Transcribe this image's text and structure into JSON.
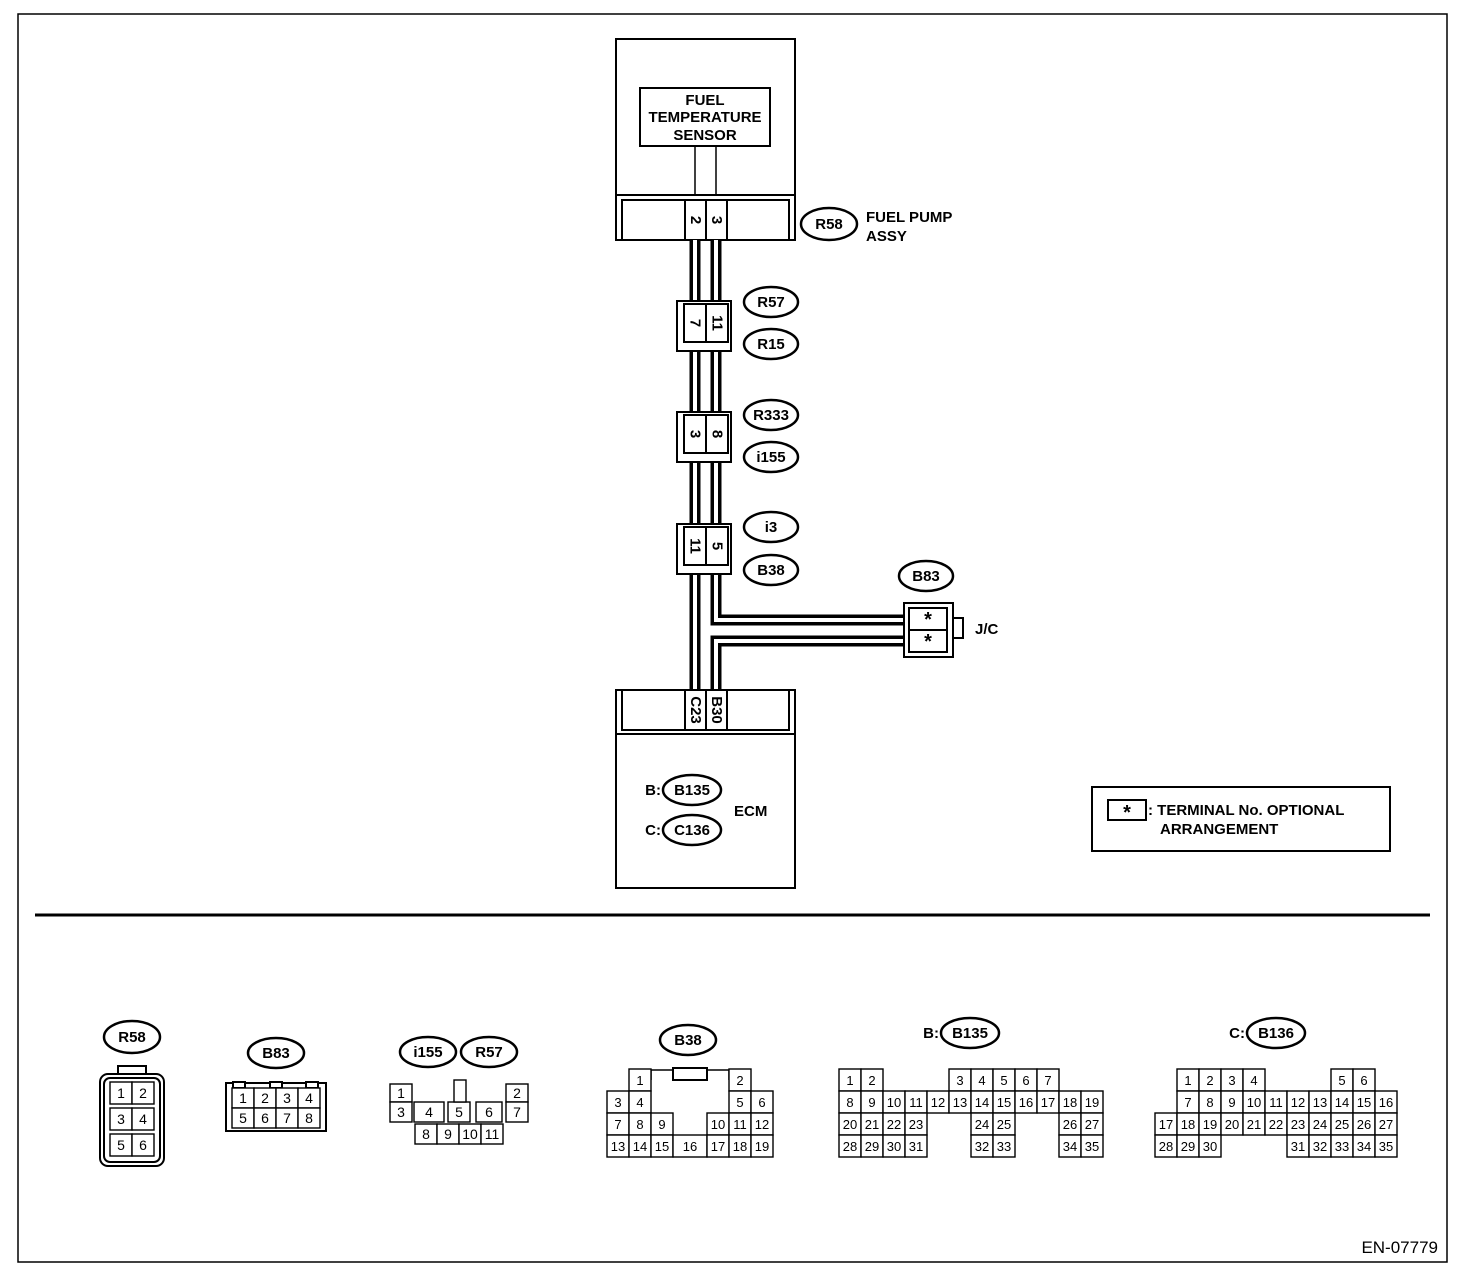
{
  "sensor": {
    "lines": [
      "FUEL",
      "TEMPERATURE",
      "SENSOR"
    ]
  },
  "fuel_pump": {
    "connector": "R58",
    "lines": [
      "FUEL PUMP",
      "ASSY"
    ],
    "pins": [
      "2",
      "3"
    ]
  },
  "junctions": [
    {
      "top": "R57",
      "bottom": "R15",
      "pins": [
        "7",
        "11"
      ]
    },
    {
      "top": "R333",
      "bottom": "i155",
      "pins": [
        "3",
        "8"
      ]
    },
    {
      "top": "i3",
      "bottom": "B38",
      "pins": [
        "11",
        "5"
      ]
    }
  ],
  "joint_connector": {
    "connector": "B83",
    "label": "J/C",
    "pins": [
      "*",
      "*"
    ]
  },
  "ecm": {
    "label": "ECM",
    "pins": [
      "C23",
      "B30"
    ],
    "connectors": [
      {
        "prefix": "B:",
        "id": "B135"
      },
      {
        "prefix": "C:",
        "id": "C136"
      }
    ]
  },
  "legend": {
    "symbol": "*",
    "lines": [
      ": TERMINAL No. OPTIONAL",
      "ARRANGEMENT"
    ]
  },
  "connector_views": {
    "r58": {
      "label": "R58",
      "rows": [
        [
          "1",
          "2"
        ],
        [
          "3",
          "4"
        ],
        [
          "5",
          "6"
        ]
      ]
    },
    "b83": {
      "label": "B83",
      "rows": [
        [
          "1",
          "2",
          "3",
          "4"
        ],
        [
          "5",
          "6",
          "7",
          "8"
        ]
      ]
    },
    "i155_r57": {
      "labels": [
        "i155",
        "R57"
      ],
      "pins": [
        "1",
        "2",
        "3",
        "4",
        "5",
        "6",
        "7",
        "8",
        "9",
        "10",
        "11"
      ]
    },
    "b38": {
      "label": "B38",
      "pins": [
        "1",
        "2",
        "3",
        "4",
        "5",
        "6",
        "7",
        "8",
        "9",
        "10",
        "11",
        "12",
        "13",
        "14",
        "15",
        "16",
        "17",
        "18",
        "19"
      ]
    },
    "b135": {
      "prefix": "B:",
      "label": "B135",
      "pins": [
        "1",
        "2",
        "3",
        "4",
        "5",
        "6",
        "7",
        "8",
        "9",
        "10",
        "11",
        "12",
        "13",
        "14",
        "15",
        "16",
        "17",
        "18",
        "19",
        "20",
        "21",
        "22",
        "23",
        "24",
        "25",
        "26",
        "27",
        "28",
        "29",
        "30",
        "31",
        "32",
        "33",
        "34",
        "35"
      ]
    },
    "b136": {
      "prefix": "C:",
      "label": "B136",
      "pins": [
        "1",
        "2",
        "3",
        "4",
        "5",
        "6",
        "7",
        "8",
        "9",
        "10",
        "11",
        "12",
        "13",
        "14",
        "15",
        "16",
        "17",
        "18",
        "19",
        "20",
        "21",
        "22",
        "23",
        "24",
        "25",
        "26",
        "27",
        "28",
        "29",
        "30",
        "31",
        "32",
        "33",
        "34",
        "35"
      ]
    }
  },
  "doc_code": "EN-07779"
}
